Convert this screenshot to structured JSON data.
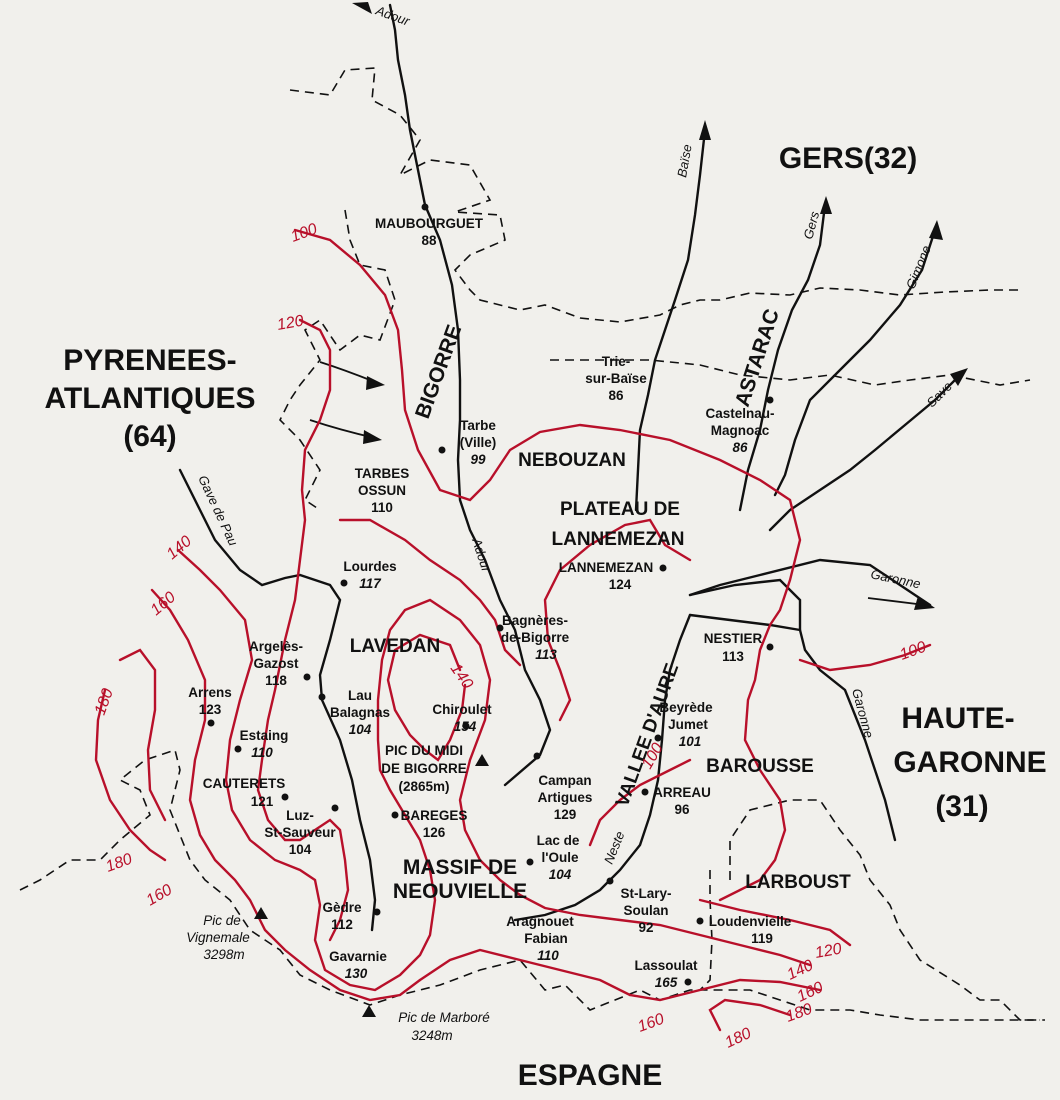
{
  "regions": {
    "pyrenees_atlantiques_1": "PYRENEES-",
    "pyrenees_atlantiques_2": "ATLANTIQUES",
    "pyrenees_atlantiques_3": "(64)",
    "gers": "GERS(32)",
    "haute_garonne_1": "HAUTE-",
    "haute_garonne_2": "GARONNE",
    "haute_garonne_3": "(31)",
    "espagne": "ESPAGNE",
    "bigorre": "BIGORRE",
    "astarac": "ASTARAC",
    "nebouzan": "NEBOUZAN",
    "plateau_1": "PLATEAU DE",
    "plateau_2": "LANNEMEZAN",
    "lavedan": "LAVEDAN",
    "vallee_aure": "VALLEE D'AURE",
    "barousse": "BAROUSSE",
    "massif_1": "MASSIF DE",
    "massif_2": "NEOUVIELLE",
    "larboust": "LARBOUST"
  },
  "towns": {
    "maubourguet": {
      "name": "MAUBOURGUET",
      "value": "88"
    },
    "tarbe_ville": {
      "name1": "Tarbe",
      "name2": "(Ville)",
      "value": "99"
    },
    "tarbes_ossun": {
      "name1": "TARBES",
      "name2": "OSSUN",
      "value": "110"
    },
    "trie_sur_baise": {
      "name1": "Trie-",
      "name2": "sur-Baïse",
      "value": "86"
    },
    "castelnau_magnoac": {
      "name1": "Castelnau-",
      "name2": "Magnoac",
      "value": "86"
    },
    "lourdes": {
      "name": "Lourdes",
      "value": "117"
    },
    "lannemezan": {
      "name": "LANNEMEZAN",
      "value": "124"
    },
    "bagneres": {
      "name1": "Bagnères-",
      "name2": "de-Bigorre",
      "value": "113"
    },
    "nestier": {
      "name": "NESTIER",
      "value": "113"
    },
    "argeles": {
      "name1": "Argelès-",
      "name2": "Gazost",
      "value": "118"
    },
    "arrens": {
      "name": "Arrens",
      "value": "123"
    },
    "lau_balagnas": {
      "name1": "Lau",
      "name2": "Balagnas",
      "value": "104"
    },
    "chiroulet": {
      "name": "Chiroulet",
      "value": "154"
    },
    "beyrede": {
      "name1": "Beyrède",
      "name2": "Jumet",
      "value": "101"
    },
    "estaing": {
      "name": "Estaing",
      "value": "110"
    },
    "pic_midi": {
      "name1": "PIC DU MIDI",
      "name2": "DE BIGORRE",
      "value": "(2865m)"
    },
    "cauterets": {
      "name": "CAUTERETS",
      "value": "121"
    },
    "campan": {
      "name1": "Campan",
      "name2": "Artigues",
      "value": "129"
    },
    "arreau": {
      "name": "ARREAU",
      "value": "96"
    },
    "luz": {
      "name1": "Luz-",
      "name2": "St-Sauveur",
      "value": "104"
    },
    "bareges": {
      "name": "BAREGES",
      "value": "126"
    },
    "lac_oule": {
      "name1": "Lac de",
      "name2": "l'Oule",
      "value": "104"
    },
    "st_lary": {
      "name1": "St-Lary-",
      "name2": "Soulan",
      "value": "92"
    },
    "gedre": {
      "name": "Gèdre",
      "value": "112"
    },
    "aragnouet": {
      "name1": "Aragnouet",
      "name2": "Fabian",
      "value": "110"
    },
    "loudenvielle": {
      "name": "Loudenvielle",
      "value": "119"
    },
    "gavarnie": {
      "name": "Gavarnie",
      "value": "130"
    },
    "lassoulat": {
      "name": "Lassoulat",
      "value": "165"
    }
  },
  "peaks": {
    "vignemale": {
      "name": "Pic de",
      "name2": "Vignemale",
      "value": "3298m"
    },
    "marbore": {
      "name": "Pic de Marboré",
      "value": "3248m"
    }
  },
  "rivers": {
    "adour_top": "Adour",
    "adour": "Adour",
    "baise": "Baïse",
    "gers": "Gers",
    "gimone": "Gimone",
    "save": "Save",
    "gave_de_pau": "Gave de Pau",
    "garonne_1": "Garonne",
    "garonne_2": "Garonne",
    "neste": "Neste"
  },
  "isohyets": {
    "l100a": "100",
    "l100b": "100",
    "l100c": "100",
    "l120a": "120",
    "l120b": "120",
    "l140a": "140",
    "l140b": "140",
    "l140c": "140",
    "l160a": "160",
    "l160b": "160",
    "l160c": "160",
    "l160d": "160",
    "l180a": "180",
    "l180b": "180",
    "l180c": "180",
    "l180d": "180"
  },
  "colors": {
    "isohyet": "#b8102a",
    "river": "#111111",
    "border": "#111111",
    "background": "#f1f0ec"
  }
}
